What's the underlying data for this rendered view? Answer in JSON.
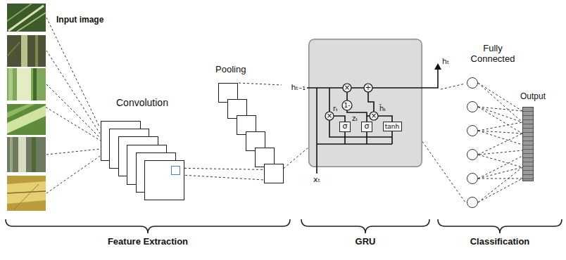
{
  "diagram": {
    "nodes": [
      {
        "text": [
          "Input image"
        ]
      },
      {
        "text": [
          "Convolution"
        ]
      },
      {
        "text": [
          "Pooling"
        ]
      },
      {
        "text": [
          "×",
          "+",
          "1-",
          "×",
          "rₜ",
          "×",
          "zₜ",
          "h̃ₜ"
        ]
      },
      {
        "text": [
          "σ"
        ],
        "in": 3
      },
      {
        "text": [
          "σ"
        ],
        "in": 3
      },
      {
        "text": [
          "tanh"
        ],
        "in": 3
      },
      {
        "text": [
          "Fully Connected"
        ]
      },
      {
        "text": [
          "Output"
        ]
      }
    ],
    "edges": [
      {
        "from": 0,
        "to": 1,
        "arrow": "none"
      },
      {
        "from": 1,
        "to": 2,
        "arrow": "none"
      },
      {
        "from": 2,
        "to": 3,
        "arrow": "none"
      },
      {
        "from": 3,
        "to": 7,
        "arrow": "none"
      },
      {
        "from": 7,
        "to": 8,
        "arrow": "none"
      }
    ],
    "labels": [
      "hₜ₋₁",
      "xₜ",
      "hₜ",
      "Feature Extraction",
      "GRU",
      "Classification"
    ]
  }
}
